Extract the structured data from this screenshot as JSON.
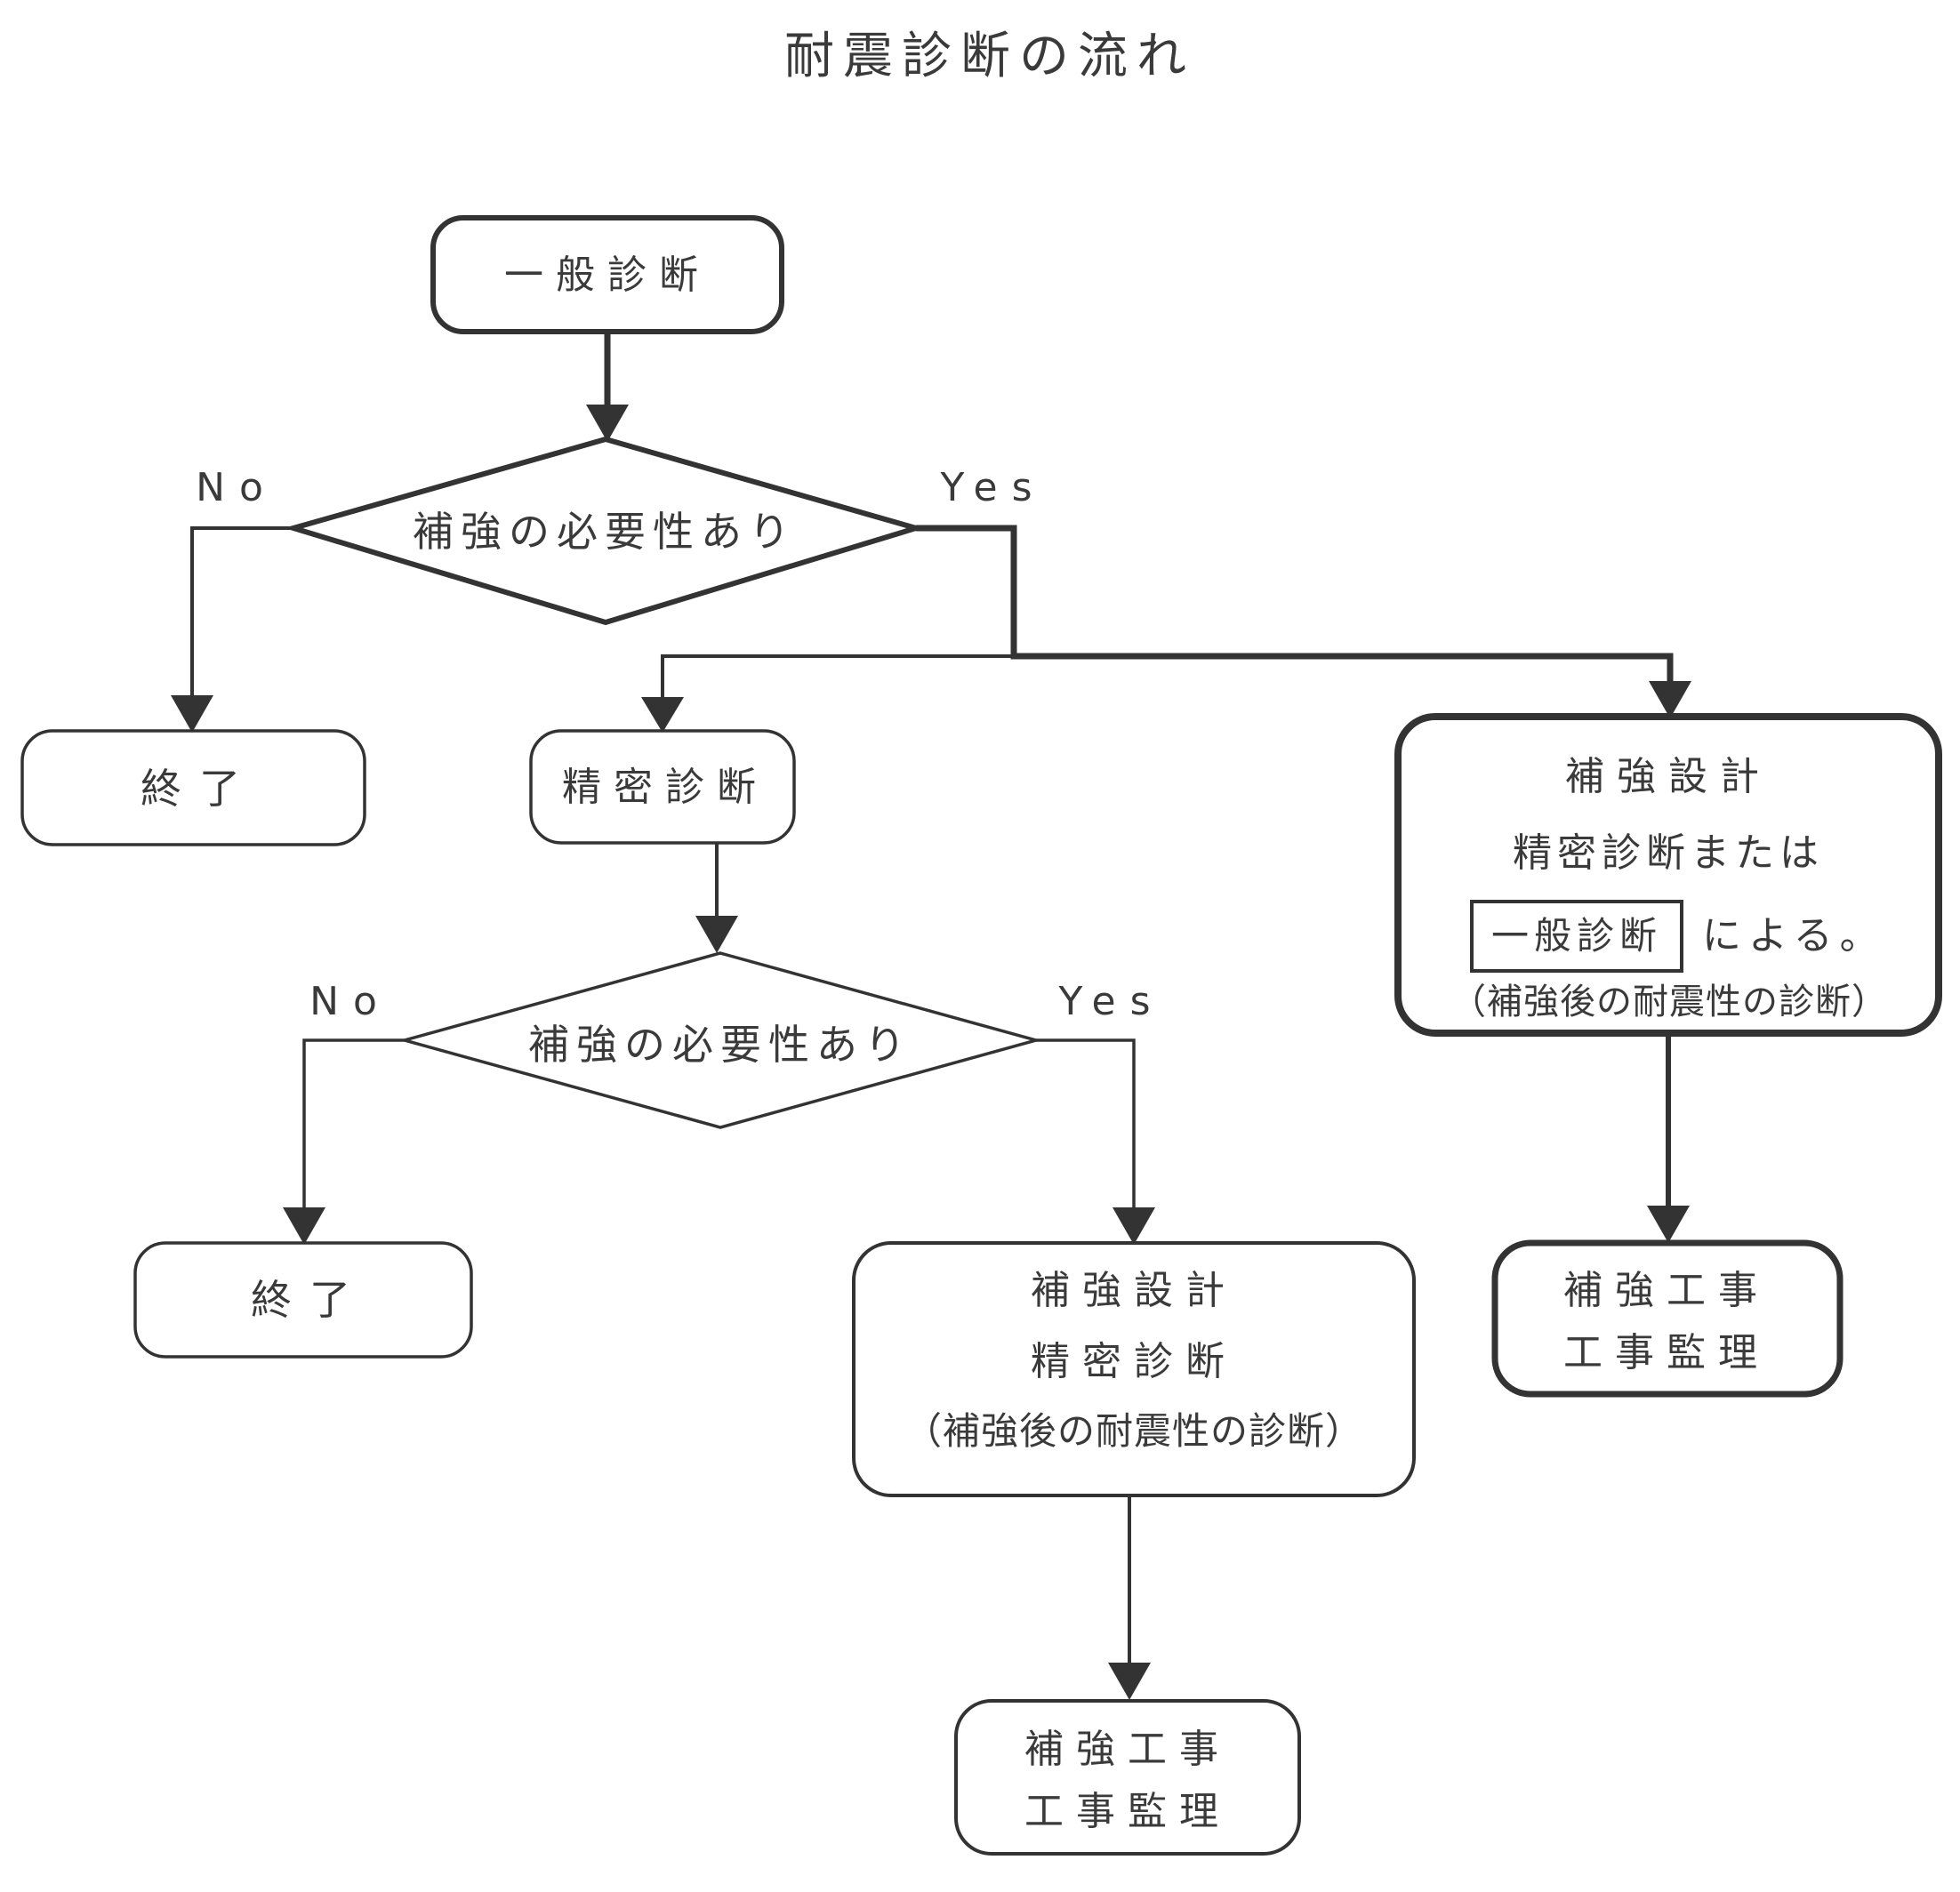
{
  "flow": {
    "title": "耐震診断の流れ",
    "start": "一般診断",
    "decision1": {
      "question": "補強の必要性あり",
      "no": "No",
      "yes": "Yes"
    },
    "end1": "終了",
    "detailed": "精密診断",
    "designRight": {
      "title": "補強設計",
      "method_prefix": "精密診断または",
      "boxed": "一般診断",
      "method_suffix": "による。",
      "note": "（補強後の耐震性の診断）"
    },
    "decision2": {
      "question": "補強の必要性あり",
      "no": "No",
      "yes": "Yes"
    },
    "end2": "終了",
    "designMid": {
      "title": "補強設計",
      "line2": "精密診断",
      "note": "（補強後の耐震性の診断）"
    },
    "workRight": {
      "line1": "補強工事",
      "line2": "工事監理"
    },
    "workMid": {
      "line1": "補強工事",
      "line2": "工事監理"
    }
  },
  "colors": {
    "stroke": "#333333",
    "text": "#3a3a3a",
    "background": "#ffffff"
  }
}
